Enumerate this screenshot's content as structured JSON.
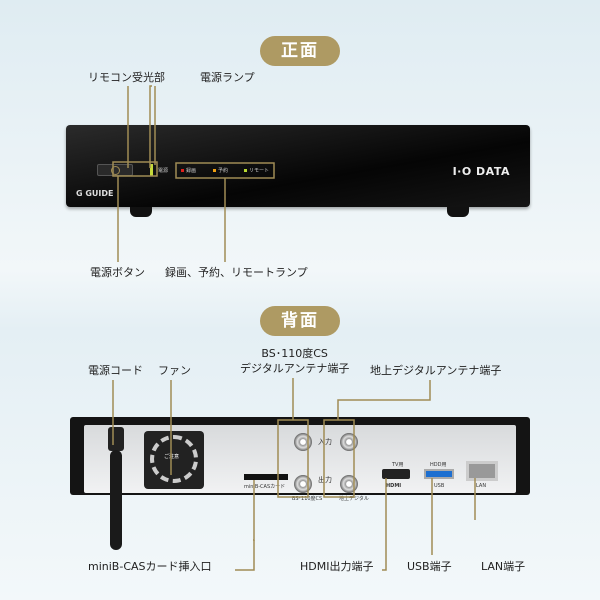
{
  "front": {
    "title": "正面",
    "labels": {
      "ir_receiver": "リモコン受光部",
      "power_lamp": "電源ランプ",
      "power_button": "電源ボタン",
      "status_lamps": "録画、予約、リモートランプ"
    },
    "panel": {
      "power": "電源",
      "rec": "録画",
      "reserve": "予約",
      "remote": "リモート",
      "brand": "I·O DATA",
      "guide_logo": "G GUIDE"
    },
    "colors": {
      "rec": "#e0201c",
      "reserve": "#f0a010",
      "remote": "#b8d830",
      "accent": "#ae9a63"
    }
  },
  "back": {
    "title": "背面",
    "labels": {
      "power_cord": "電源コード",
      "fan": "ファン",
      "bs_cs_antenna": "BS･110度CS\nデジタルアンテナ端子",
      "terrestrial_antenna": "地上デジタルアンテナ端子",
      "bcas": "miniB-CASカード挿入口",
      "hdmi": "HDMI出力端子",
      "usb": "USB端子",
      "lan": "LAN端子"
    },
    "panel": {
      "input": "入力",
      "output": "出力",
      "bs_cs": "BS･110度CS",
      "terrestrial": "地上デジタル",
      "tv": "TV用",
      "hdd": "HDD用",
      "hdmi": "HDMI",
      "usb": "USB",
      "lan": "LAN",
      "card": "miniB-CASカード",
      "caution": "ご注意"
    }
  }
}
